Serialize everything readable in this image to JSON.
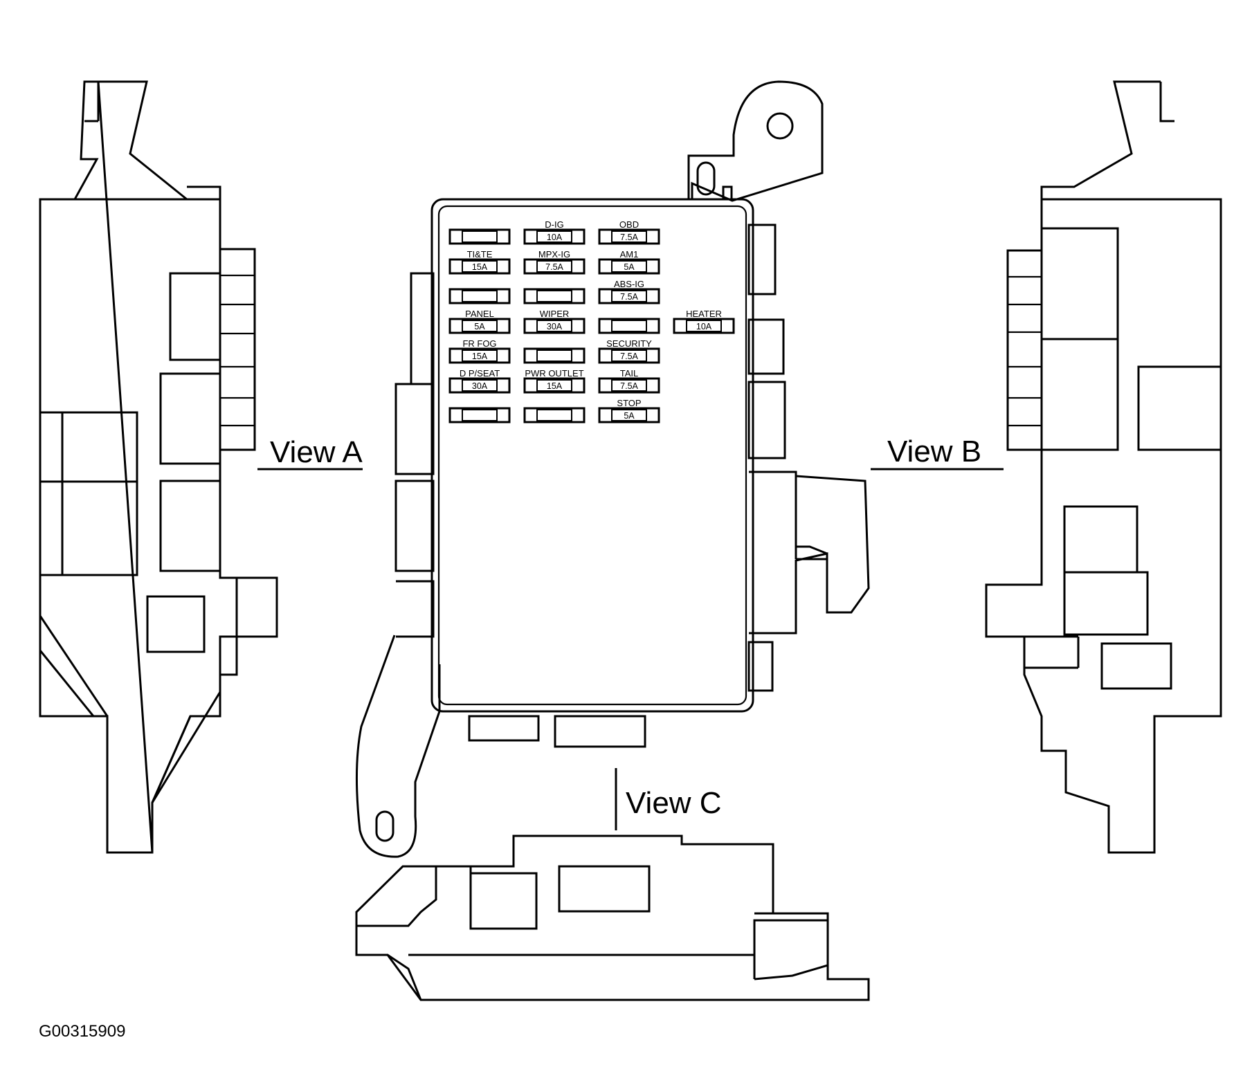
{
  "views": {
    "a": "View A",
    "b": "View B",
    "c": "View C"
  },
  "fuses": [
    {
      "name": "",
      "amp": ""
    },
    {
      "name": "D-IG",
      "amp": "10A"
    },
    {
      "name": "OBD",
      "amp": "7.5A"
    },
    {
      "name": "TI&TE",
      "amp": "15A"
    },
    {
      "name": "MPX-IG",
      "amp": "7.5A"
    },
    {
      "name": "AM1",
      "amp": "5A"
    },
    {
      "name": "",
      "amp": ""
    },
    {
      "name": "",
      "amp": ""
    },
    {
      "name": "ABS-IG",
      "amp": "7.5A"
    },
    {
      "name": "PANEL",
      "amp": "5A"
    },
    {
      "name": "WIPER",
      "amp": "30A"
    },
    {
      "name": "",
      "amp": ""
    },
    {
      "name": "FR FOG",
      "amp": "15A"
    },
    {
      "name": "",
      "amp": ""
    },
    {
      "name": "SECURITY",
      "amp": "7.5A"
    },
    {
      "name": "D P/SEAT",
      "amp": "30A"
    },
    {
      "name": "PWR OUTLET",
      "amp": "15A"
    },
    {
      "name": "TAIL",
      "amp": "7.5A"
    },
    {
      "name": "",
      "amp": ""
    },
    {
      "name": "",
      "amp": ""
    },
    {
      "name": "STOP",
      "amp": "5A"
    }
  ],
  "heater_fuse": {
    "name": "HEATER",
    "amp": "10A"
  },
  "figure_code": "G00315909"
}
